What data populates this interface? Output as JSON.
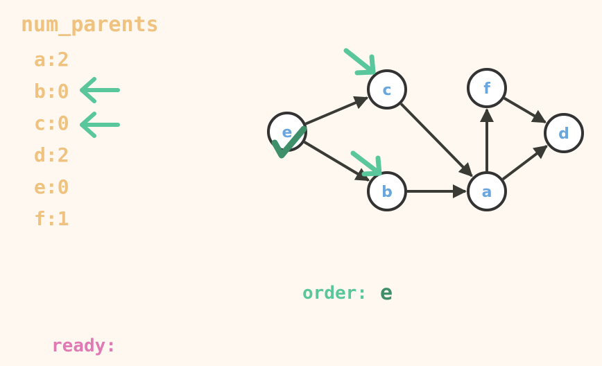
{
  "panel": {
    "title": "num_parents",
    "counts": [
      {
        "node": "a",
        "count": 2,
        "text": "a:2",
        "highlighted": false
      },
      {
        "node": "b",
        "count": 0,
        "text": "b:0",
        "highlighted": true
      },
      {
        "node": "c",
        "count": 0,
        "text": "c:0",
        "highlighted": true
      },
      {
        "node": "d",
        "count": 2,
        "text": "d:2",
        "highlighted": false
      },
      {
        "node": "e",
        "count": 0,
        "text": "e:0",
        "highlighted": false
      },
      {
        "node": "f",
        "count": 1,
        "text": "f:1",
        "highlighted": false
      }
    ]
  },
  "graph": {
    "nodes": [
      {
        "id": "e",
        "label": "e",
        "visited": true,
        "pointed": false
      },
      {
        "id": "c",
        "label": "c",
        "visited": false,
        "pointed": true
      },
      {
        "id": "b",
        "label": "b",
        "visited": false,
        "pointed": true
      },
      {
        "id": "a",
        "label": "a",
        "visited": false,
        "pointed": false
      },
      {
        "id": "f",
        "label": "f",
        "visited": false,
        "pointed": false
      },
      {
        "id": "d",
        "label": "d",
        "visited": false,
        "pointed": false
      }
    ],
    "edges": [
      {
        "from": "e",
        "to": "c"
      },
      {
        "from": "e",
        "to": "b"
      },
      {
        "from": "c",
        "to": "a"
      },
      {
        "from": "b",
        "to": "a"
      },
      {
        "from": "a",
        "to": "f"
      },
      {
        "from": "a",
        "to": "d"
      },
      {
        "from": "f",
        "to": "d"
      }
    ]
  },
  "order": {
    "label": "order:",
    "value": "e"
  },
  "ready": {
    "label": "ready:"
  },
  "colors": {
    "background": "#fef8f1",
    "counts_text": "#f0c27f",
    "node_label": "#6aa6de",
    "node_stroke": "#333333",
    "edge": "#3b3b36",
    "arrow_highlight": "#5ac69c",
    "checkmark": "#3e8f6a",
    "order_label": "#5ac69c",
    "ready_label": "#e07ab4"
  }
}
